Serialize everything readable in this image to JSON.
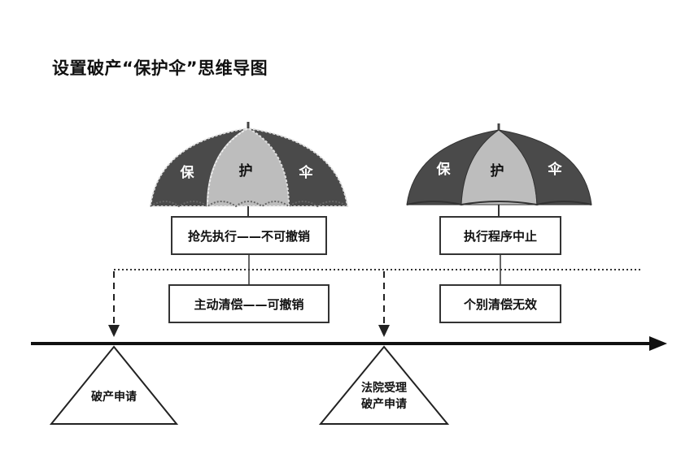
{
  "title": "设置破产“保护伞”思维导图",
  "umbrella_left": {
    "chars": [
      "保",
      "护",
      "伞"
    ],
    "style": "dotted-scalloped"
  },
  "umbrella_right": {
    "chars": [
      "保",
      "护",
      "伞"
    ],
    "style": "solid"
  },
  "boxes": {
    "preemptive_execution": "抢先执行——不可撤销",
    "active_repayment": "主动清偿——可撤销",
    "execution_suspended": "执行程序中止",
    "individual_repayment_invalid": "个别清偿无效"
  },
  "triangles": {
    "bankruptcy_application": "破产申请",
    "court_accepted_line1": "法院受理",
    "court_accepted_line2": "破产申请"
  },
  "colors": {
    "dark_panel": "#4a4a4a",
    "light_panel": "#bdbdbd",
    "line": "#222222"
  }
}
